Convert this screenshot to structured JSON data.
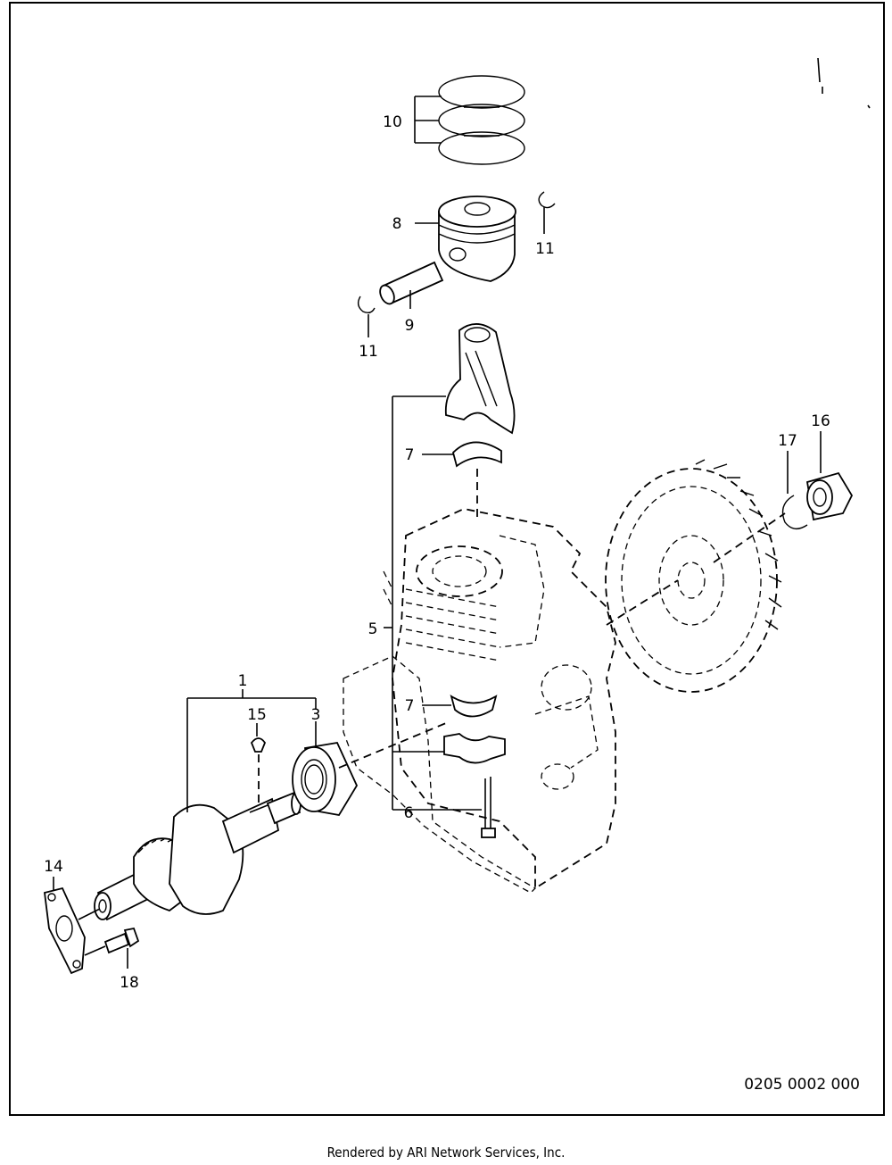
{
  "diagram": {
    "callouts": [
      {
        "id": "c1",
        "text": "1"
      },
      {
        "id": "c3",
        "text": "3"
      },
      {
        "id": "c5",
        "text": "5"
      },
      {
        "id": "c6",
        "text": "6"
      },
      {
        "id": "c7a",
        "text": "7"
      },
      {
        "id": "c7b",
        "text": "7"
      },
      {
        "id": "c8",
        "text": "8"
      },
      {
        "id": "c9",
        "text": "9"
      },
      {
        "id": "c10",
        "text": "10"
      },
      {
        "id": "c11a",
        "text": "11"
      },
      {
        "id": "c11b",
        "text": "11"
      },
      {
        "id": "c14",
        "text": "14"
      },
      {
        "id": "c15",
        "text": "15"
      },
      {
        "id": "c16",
        "text": "16"
      },
      {
        "id": "c17",
        "text": "17"
      },
      {
        "id": "c18",
        "text": "18"
      }
    ],
    "drawing_code": "0205 0002 000"
  },
  "footer": "Rendered by ARI Network Services, Inc."
}
